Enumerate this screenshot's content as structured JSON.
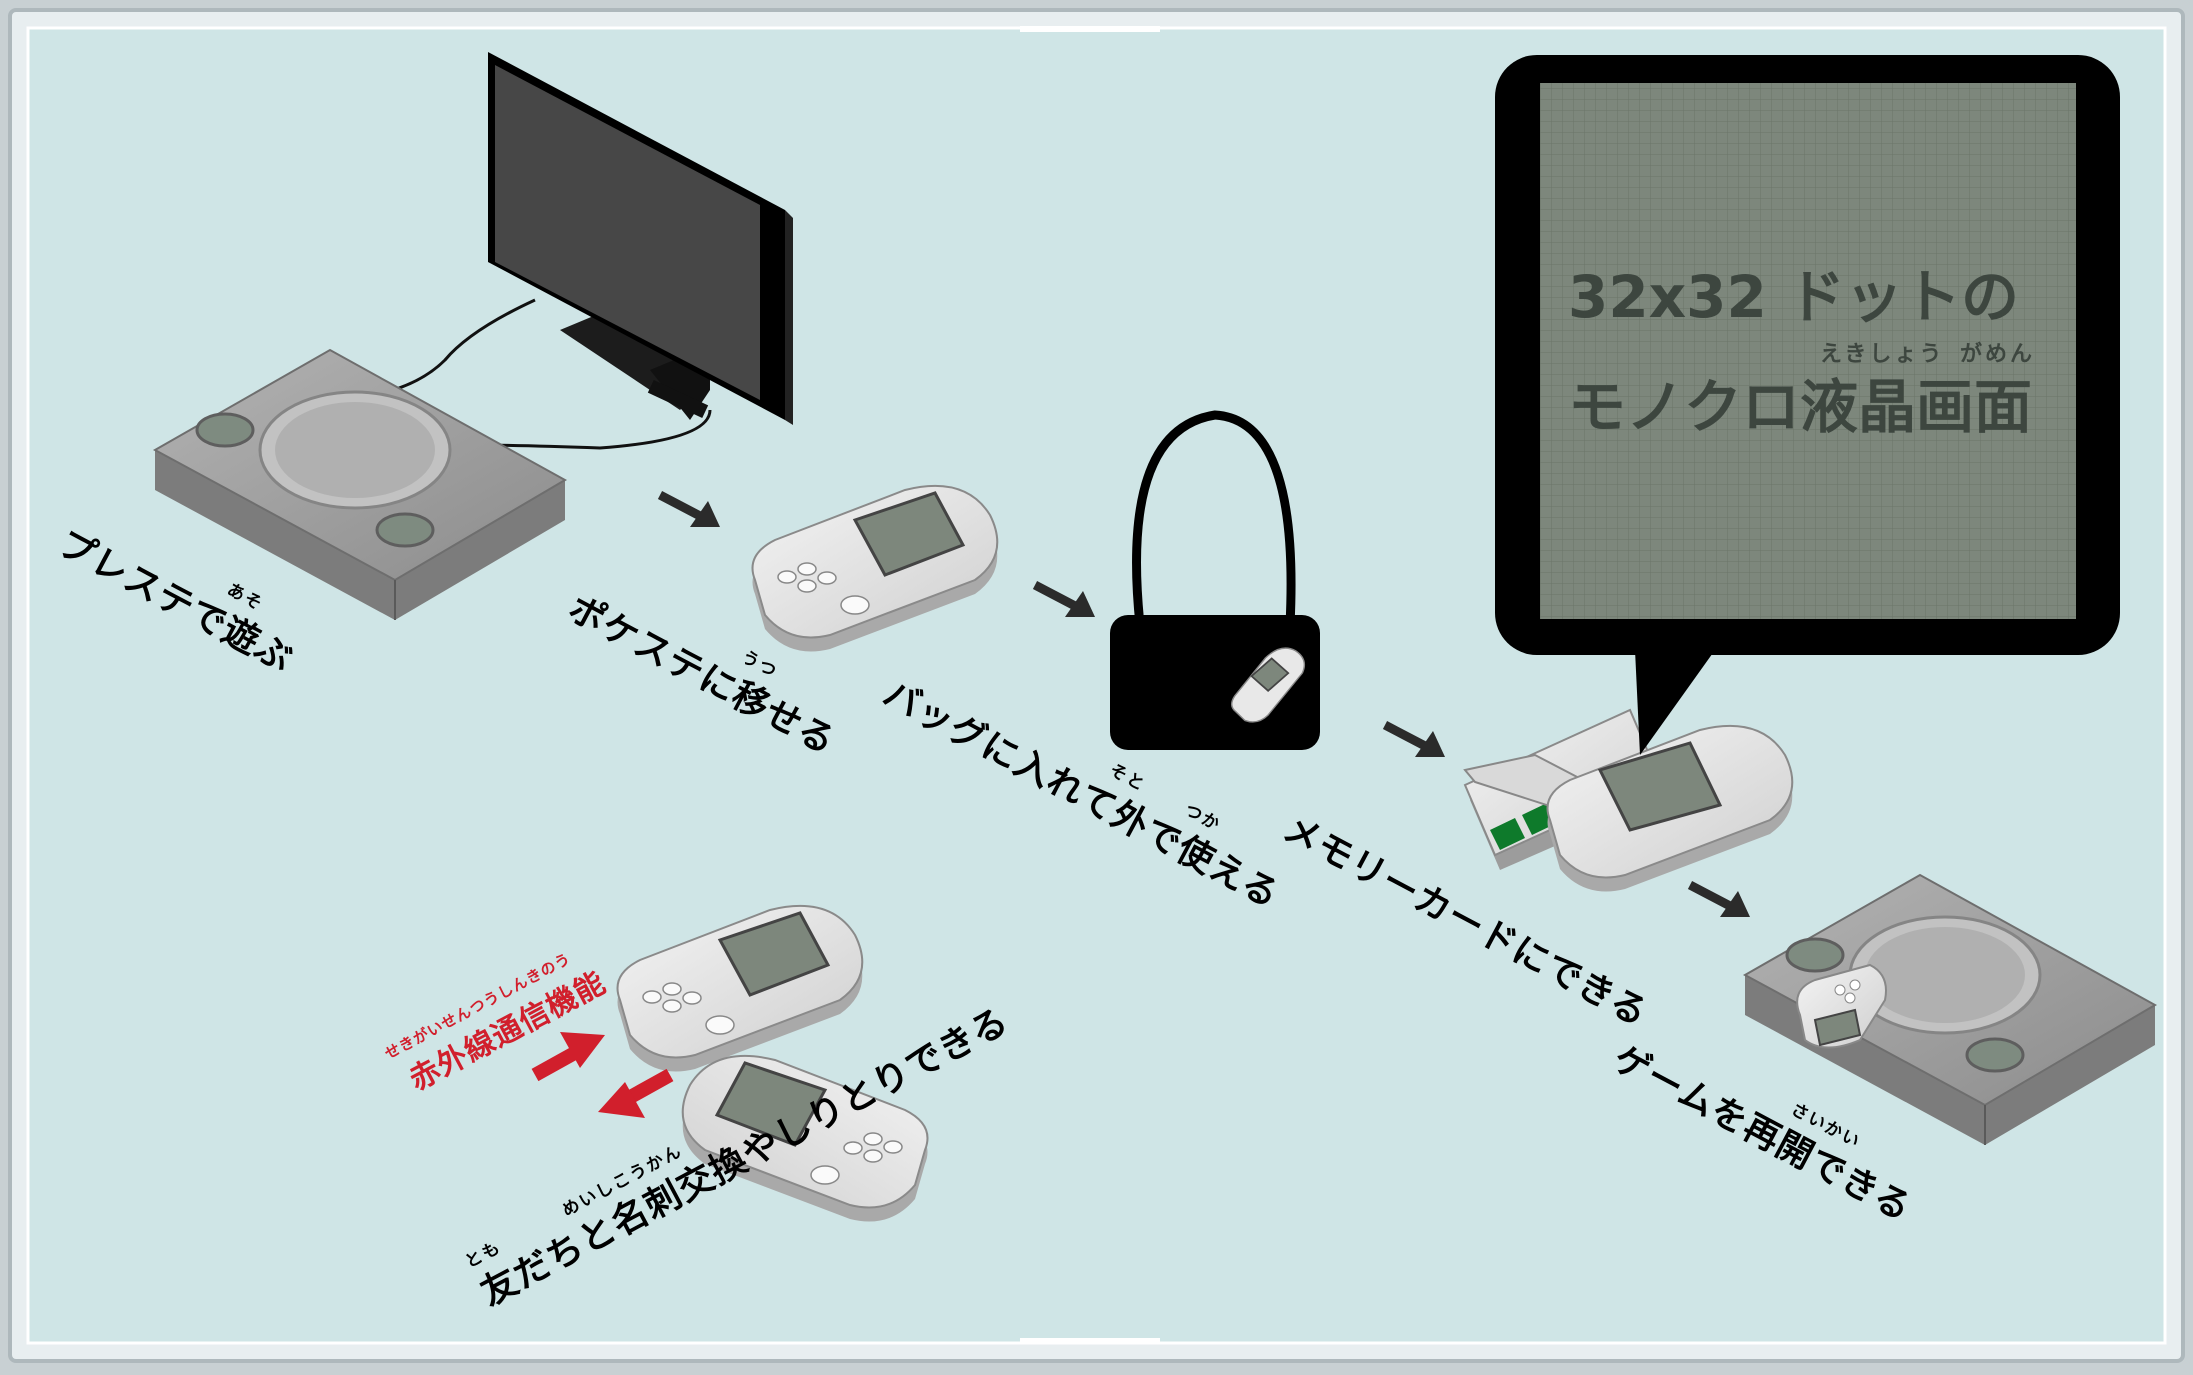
{
  "labels": {
    "play": {
      "text": "プレステで遊ぶ",
      "ruby": "あそ"
    },
    "transfer": {
      "text": "ポケステに移せる",
      "ruby": "うつ"
    },
    "bag": {
      "text": "バッグに入れて外で使える",
      "ruby_soto": "そと",
      "ruby_tsuka": "つか"
    },
    "memory": {
      "text": "メモリーカードにできる"
    },
    "resume": {
      "text": "ゲームを再開できる",
      "ruby": "さいかい"
    },
    "exchange": {
      "text": "友だちと名刺交換やしりとりできる",
      "ruby_tomo": "とも",
      "ruby_meishi": "めいしこうかん"
    },
    "infrared": {
      "text": "赤外線通信機能",
      "ruby": "せきがいせんつうしんきのう"
    }
  },
  "lcd": {
    "line1": "32x32 ドットの",
    "line2": "モノクロ液晶画面",
    "ruby_ekisho": "えきしょう",
    "ruby_gamen": "がめん"
  },
  "colors": {
    "background": "#cfe5e6",
    "console": "#9a9a9a",
    "device": "#e3e3e3",
    "lcd": "#7d877c",
    "accent_red": "#d11f2c",
    "memory_green": "#0e7a2b"
  }
}
